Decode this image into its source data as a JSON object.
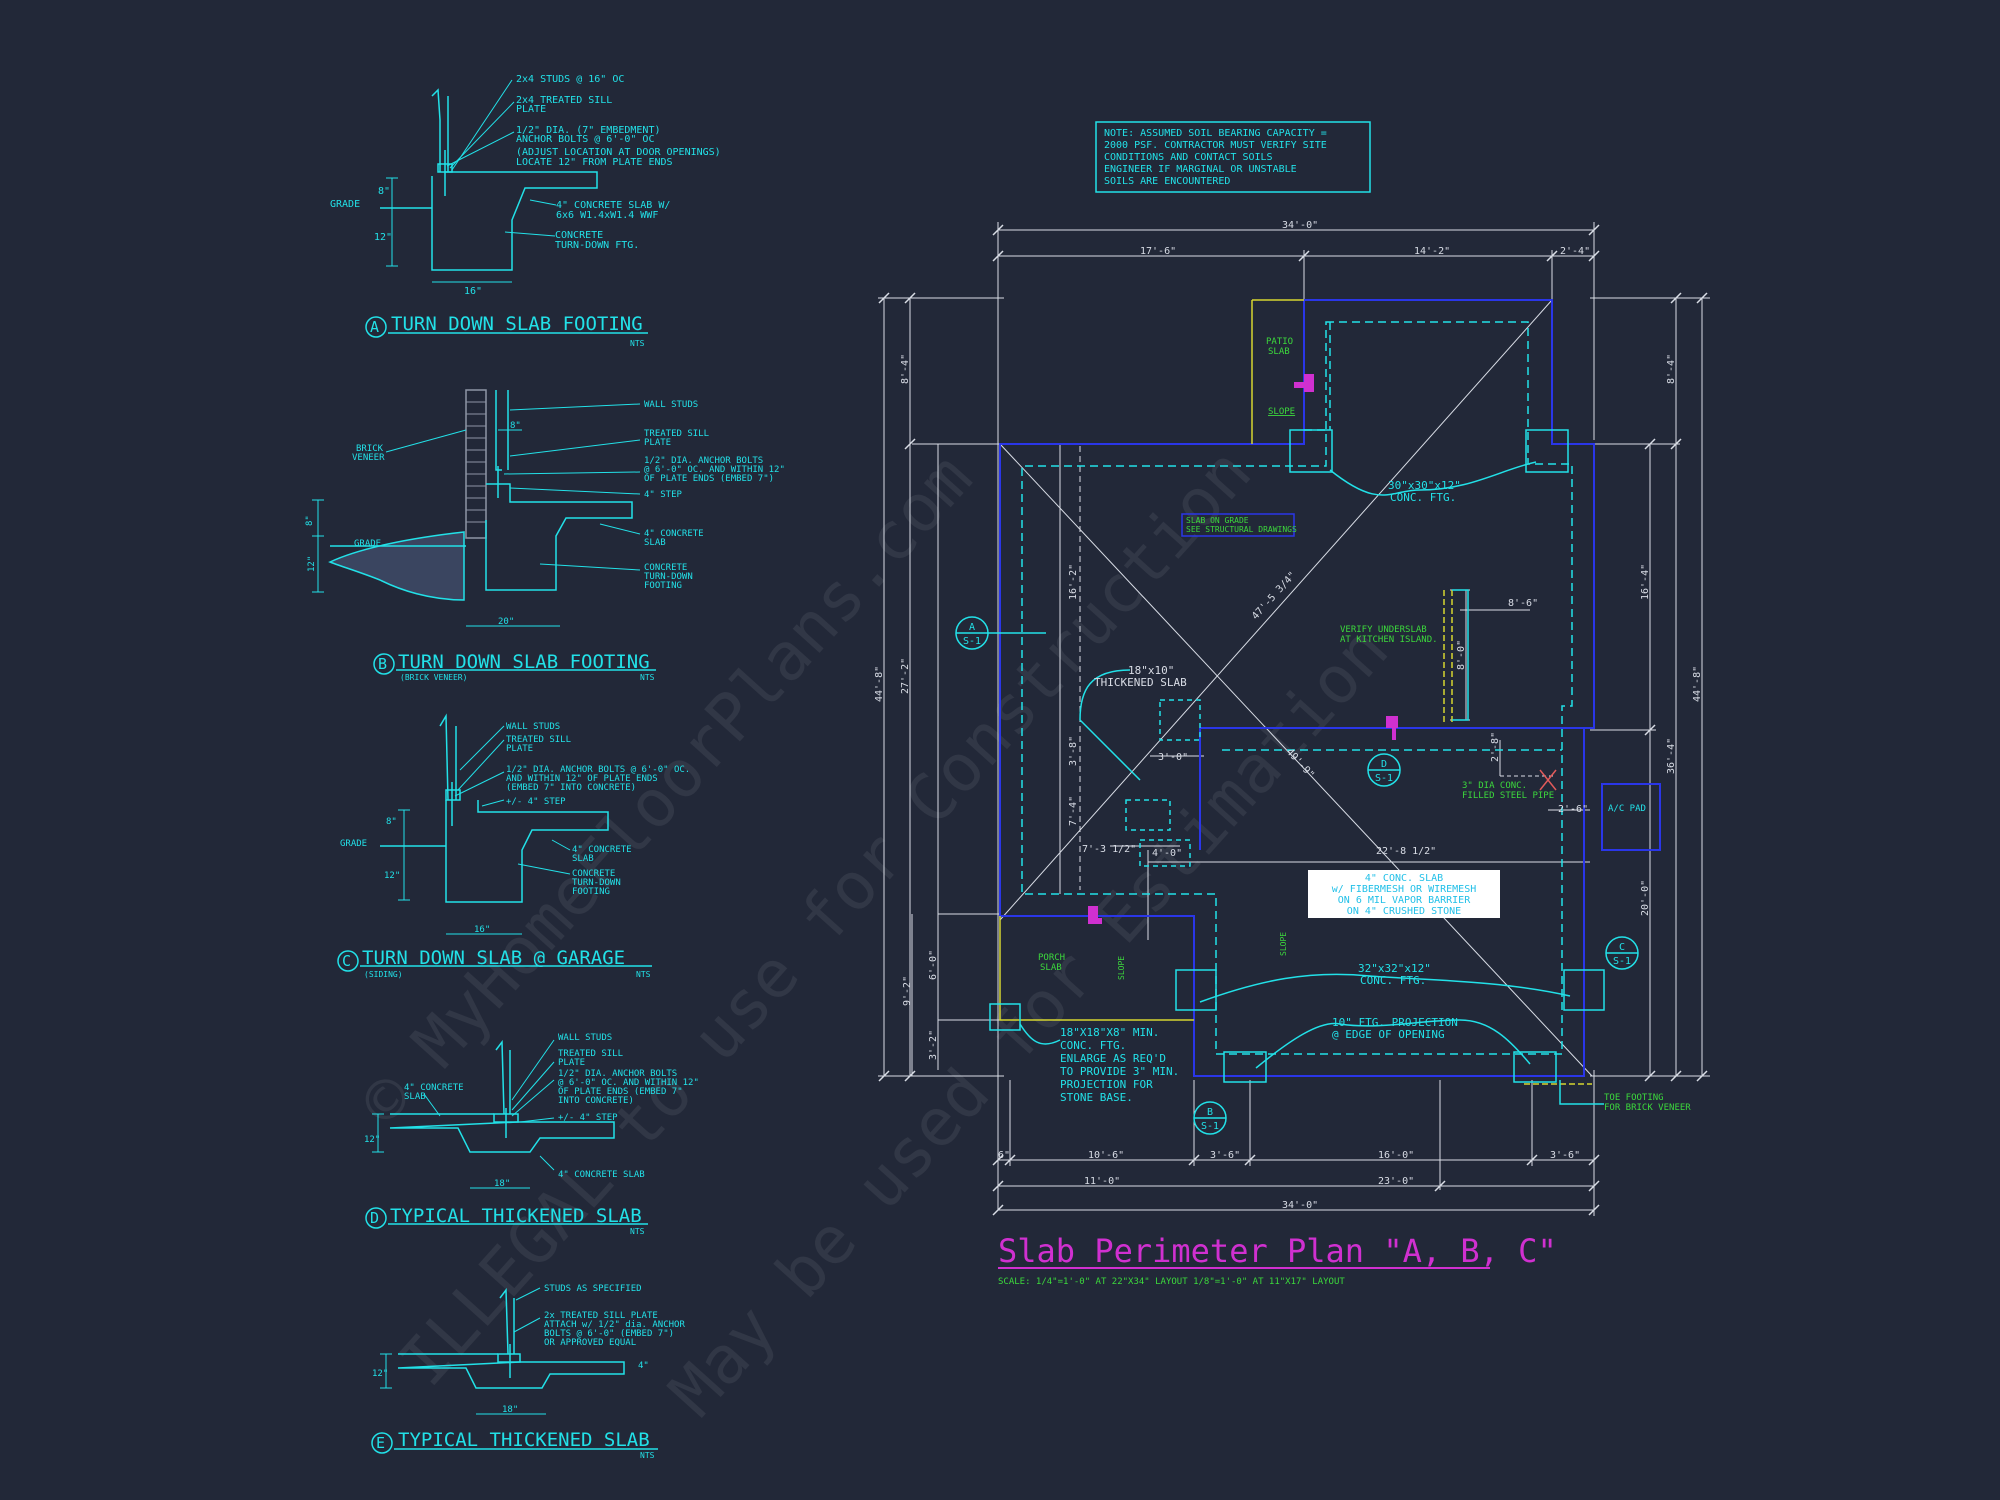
{
  "colors": {
    "background": "#222838",
    "cyan": "#22e1e8",
    "blue": "#2a36e8",
    "green": "#3cd83c",
    "magenta": "#d030d0",
    "white": "#d9dde6",
    "yellow": "#d6d630",
    "dim": "#8e95a6"
  },
  "watermark": {
    "line1": "© MyHomeFloorPlans.com",
    "line2": "ILLEGAL to use for Construction",
    "line3": "May be used for Estimation"
  },
  "details": {
    "a": {
      "letter": "A",
      "title": "TURN DOWN SLAB FOOTING",
      "subtitle": "",
      "nts": "NTS",
      "notes": [
        "2x4 STUDS @ 16\" OC",
        "2x4 TREATED SILL",
        "PLATE",
        "1/2\" DIA. (7\" EMBEDMENT)",
        "ANCHOR BOLTS @ 6'-0\" OC",
        "(ADJUST LOCATION AT DOOR OPENINGS)",
        "LOCATE 12\" FROM PLATE ENDS",
        "4\" CONCRETE SLAB W/",
        "6x6 W1.4xW1.4 WWF",
        "CONCRETE",
        "TURN-DOWN FTG."
      ],
      "grade": "GRADE",
      "dim_h1": "8\"",
      "dim_h2": "12\"",
      "dim_w": "16\""
    },
    "b": {
      "letter": "B",
      "title": "TURN DOWN SLAB FOOTING",
      "subtitle": "(BRICK VENEER)",
      "nts": "NTS",
      "notes": [
        "WALL STUDS",
        "TREATED SILL",
        "PLATE",
        "1/2\" DIA. ANCHOR BOLTS",
        "@ 6'-0\" OC. AND WITHIN 12\"",
        "OF PLATE ENDS (EMBED 7\")",
        "4\" STEP",
        "4\" CONCRETE",
        "SLAB",
        "CONCRETE",
        "TURN-DOWN",
        "FOOTING"
      ],
      "brick": [
        "BRICK",
        "VENEER"
      ],
      "grade": "GRADE",
      "dim_h1": "8\"",
      "dim_h2": "12\"",
      "dim_top": "8\"",
      "dim_w": "20\""
    },
    "c": {
      "letter": "C",
      "title": "TURN DOWN SLAB @ GARAGE",
      "subtitle": "(SIDING)",
      "nts": "NTS",
      "notes": [
        "WALL STUDS",
        "TREATED SILL",
        "PLATE",
        "1/2\" DIA. ANCHOR BOLTS @ 6'-0\" OC.",
        "AND WITHIN 12\" OF PLATE ENDS",
        "(EMBED 7\" INTO CONCRETE)",
        "+/- 4\" STEP",
        "4\" CONCRETE",
        "SLAB",
        "CONCRETE",
        "TURN-DOWN",
        "FOOTING"
      ],
      "grade": "GRADE",
      "dim_h1": "8\"",
      "dim_h2": "12\"",
      "dim_w": "16\""
    },
    "d": {
      "letter": "D",
      "title": "TYPICAL THICKENED SLAB",
      "subtitle": "",
      "nts": "NTS",
      "notes": [
        "WALL STUDS",
        "TREATED SILL",
        "PLATE",
        "1/2\" DIA. ANCHOR BOLTS",
        "@ 6'-0\" OC. AND WITHIN 12\"",
        "OF PLATE ENDS (EMBED 7\"",
        "INTO CONCRETE)",
        "+/- 4\" STEP",
        "4\" CONCRETE SLAB"
      ],
      "left": [
        "4\" CONCRETE",
        "SLAB"
      ],
      "dim_h": "12\"",
      "dim_w": "18\""
    },
    "e": {
      "letter": "E",
      "title": "TYPICAL THICKENED SLAB",
      "subtitle": "",
      "nts": "NTS",
      "notes": [
        "STUDS AS SPECIFIED",
        "2x TREATED SILL PLATE",
        "ATTACH w/ 1/2\" dia. ANCHOR",
        "BOLTS @ 6'-0\" (EMBED 7\")",
        "OR APPROVED EQUAL"
      ],
      "dim_h": "12\"",
      "dim_r": "4\"",
      "dim_w": "18\""
    }
  },
  "plan": {
    "title": "Slab Perimeter Plan \"A, B, C\"",
    "scale": "SCALE: 1/4\"=1'-0\" AT 22\"X34\" LAYOUT    1/8\"=1'-0\" AT 11\"X17\" LAYOUT",
    "note_box": [
      "NOTE: ASSUMED SOIL BEARING CAPACITY =",
      "2000 PSF. CONTRACTOR MUST VERIFY SITE",
      "CONDITIONS AND CONTACT SOILS",
      "ENGINEER IF MARGINAL OR UNSTABLE",
      "SOILS ARE ENCOUNTERED"
    ],
    "dims_top": {
      "overall": "34'-0\"",
      "a": "17'-6\"",
      "b": "14'-2\"",
      "c": "2'-4\""
    },
    "dims_bottom": {
      "a": "10'-6\"",
      "b": "3'-6\"",
      "c": "16'-0\"",
      "d": "3'-6\"",
      "e": "11'-0\"",
      "f": "23'-0\"",
      "overall": "34'-0\"",
      "tiny": "6\""
    },
    "dims_left": {
      "overall": "44'-8\"",
      "top": "8'-4\"",
      "mid": "27'-2\"",
      "a": "9'-2\"",
      "b": "6'-0\"",
      "c": "3'-2\""
    },
    "dims_right": {
      "overall": "44'-8\"",
      "top": "8'-4\"",
      "a": "16'-4\"",
      "b": "36'-4\"",
      "c": "20'-0\""
    },
    "dims_interior": {
      "d1": "16'-2\"",
      "d2": "3'-8\"",
      "d3": "7'-4\"",
      "d4": "7'-3 1/2\"",
      "d5": "4'-0\"",
      "d6": "3'-0\"",
      "d7": "8'-6\"",
      "d8": "8'-0\"",
      "d9": "2'-8\"",
      "d10": "2'-6\"",
      "d11": "22'-8 1/2\""
    },
    "diag1": "47'-5 3/4\"",
    "diag2": "49'-9\"",
    "patio_slab": [
      "PATIO",
      "SLAB"
    ],
    "slope": "SLOPE",
    "slab_on_grade": [
      "SLAB ON GRADE",
      "SEE STRUCTURAL DRAWINGS"
    ],
    "conc_ftg_30": [
      "30\"x30\"x12\"",
      "CONC. FTG."
    ],
    "verify": [
      "VERIFY UNDERSLAB",
      "AT KITCHEN ISLAND."
    ],
    "thickened": [
      "18\"x10\"",
      "THICKENED SLAB"
    ],
    "pipe": [
      "3\" DIA CONC.",
      "FILLED STEEL PIPE"
    ],
    "ac_pad": "A/C PAD",
    "conc_slab": [
      "4\" CONC. SLAB",
      "w/ FIBERMESH OR WIREMESH",
      "ON 6 MIL VAPOR BARRIER",
      "ON 4\" CRUSHED STONE"
    ],
    "porch_slab": [
      "PORCH",
      "SLAB"
    ],
    "conc_ftg_32": [
      "32\"x32\"x12\"",
      "CONC. FTG."
    ],
    "projection": [
      "10\" FTG. PROJECTION",
      "@ EDGE OF OPENING"
    ],
    "stone_ftg": [
      "18\"X18\"X8\" MIN.",
      "CONC. FTG.",
      "ENLARGE AS REQ'D",
      "TO PROVIDE 3\" MIN.",
      "PROJECTION FOR",
      "STONE BASE."
    ],
    "toe": [
      "TOE FOOTING",
      "FOR BRICK VENEER"
    ],
    "callouts": [
      {
        "letter": "A",
        "sheet": "S-1"
      },
      {
        "letter": "B",
        "sheet": "S-1"
      },
      {
        "letter": "C",
        "sheet": "S-1"
      },
      {
        "letter": "D",
        "sheet": "S-1"
      }
    ]
  }
}
